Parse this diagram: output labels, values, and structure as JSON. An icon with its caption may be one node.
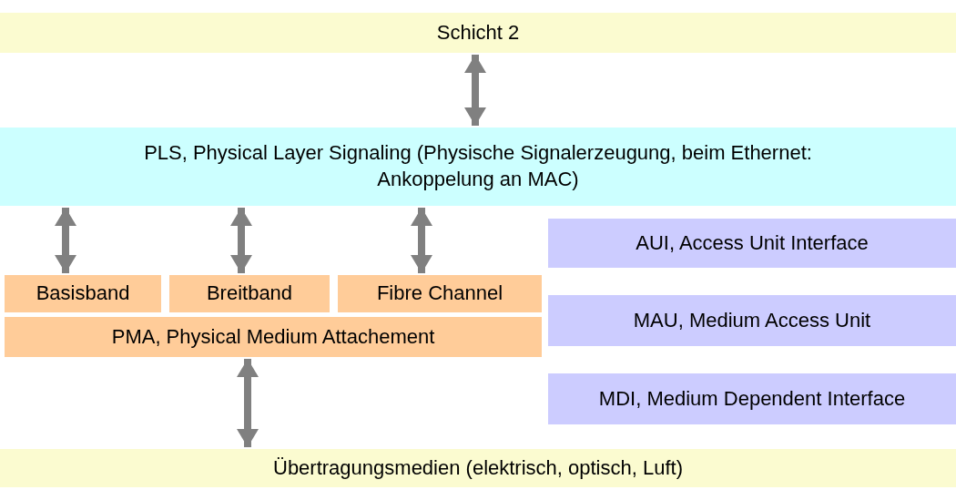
{
  "diagram": {
    "nodes": [
      {
        "text": [
          "Schicht 2"
        ]
      },
      {
        "text": [
          "PLS, Physical Layer Signaling (Physische Signalerzeugung, beim Ethernet: Ankoppelung an MAC)"
        ]
      },
      {
        "text": [
          "AUI, Access Unit Interface"
        ]
      },
      {
        "text": [
          "Basisband"
        ]
      },
      {
        "text": [
          "Breitband"
        ]
      },
      {
        "text": [
          "Fibre Channel"
        ]
      },
      {
        "text": [
          "MAU, Medium Access Unit"
        ]
      },
      {
        "text": [
          "PMA, Physical Medium Attachement"
        ]
      },
      {
        "text": [
          "MDI, Medium Dependent Interface"
        ]
      },
      {
        "text": [
          "Übertragungsmedien (elektrisch, optisch, Luft)"
        ]
      }
    ],
    "edges": [
      {
        "from": 0,
        "to": 1,
        "arrow": "both"
      },
      {
        "from": 1,
        "to": 3,
        "arrow": "both"
      },
      {
        "from": 1,
        "to": 4,
        "arrow": "both"
      },
      {
        "from": 1,
        "to": 5,
        "arrow": "both"
      },
      {
        "from": 7,
        "to": 9,
        "arrow": "both"
      }
    ]
  }
}
